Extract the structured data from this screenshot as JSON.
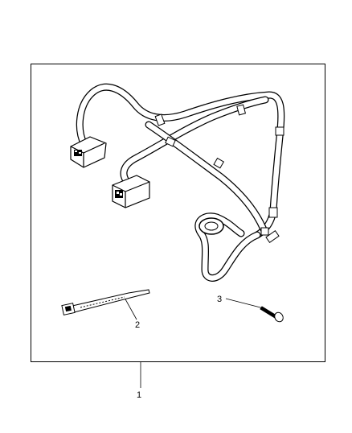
{
  "diagram": {
    "callouts": {
      "kit": "1",
      "tie_strap": "2",
      "screw": "3"
    },
    "colors": {
      "line": "#000000",
      "background": "#ffffff"
    }
  }
}
